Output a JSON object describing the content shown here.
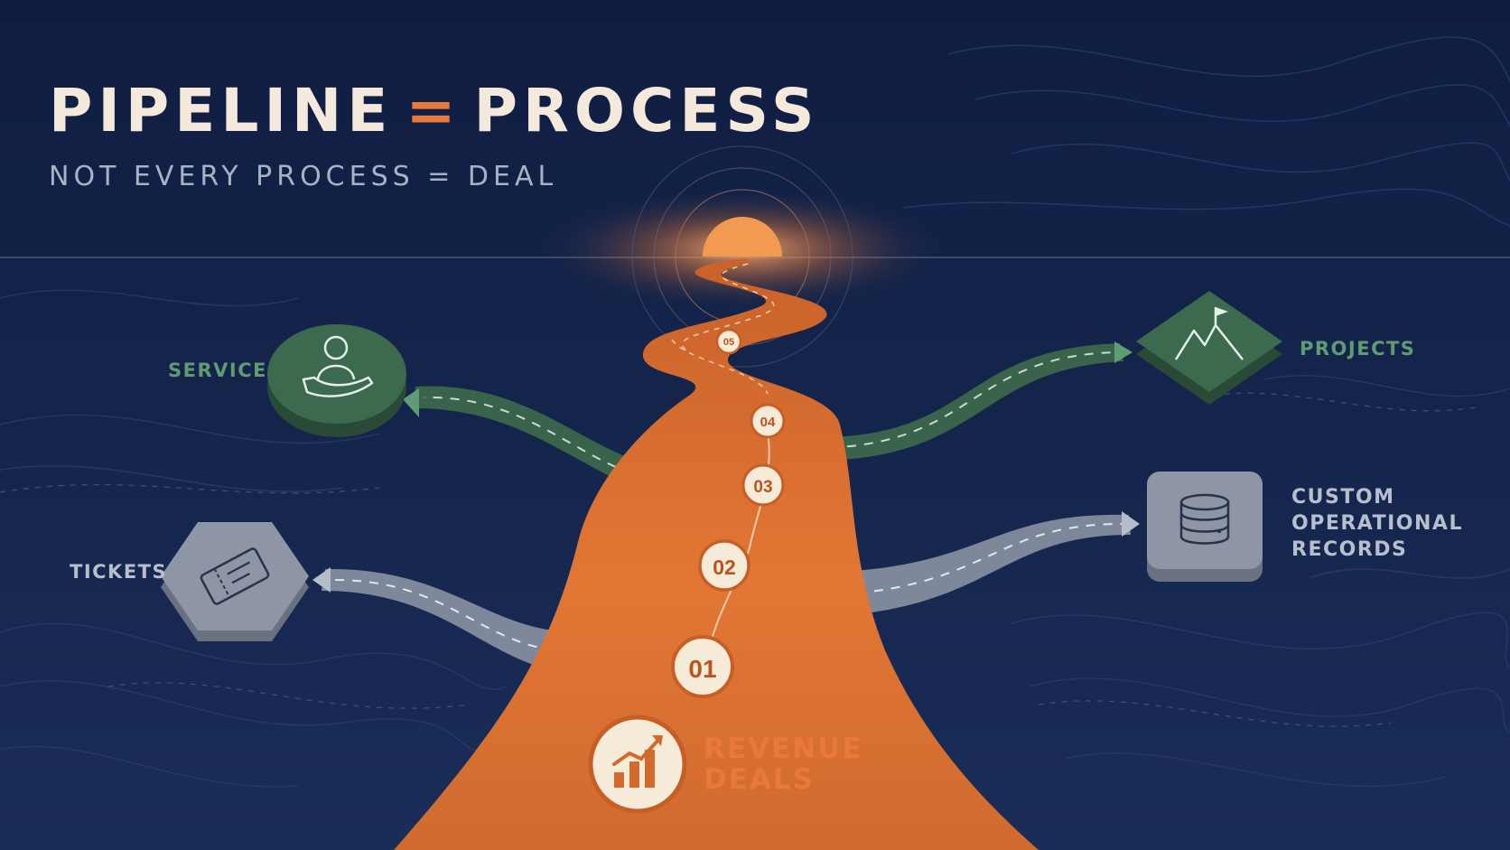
{
  "title": {
    "left": "PIPELINE",
    "eq": "=",
    "right": "PROCESS"
  },
  "subtitle": "NOT EVERY PROCESS = DEAL",
  "stages": [
    "01",
    "02",
    "03",
    "04",
    "05"
  ],
  "branches": {
    "service": {
      "label": "SERVICE",
      "icon": "hand-person-icon"
    },
    "tickets": {
      "label": "TICKETS",
      "icon": "ticket-icon"
    },
    "projects": {
      "label": "PROJECTS",
      "icon": "mountain-flag-icon"
    },
    "custom": {
      "label": "CUSTOM\nOPERATIONAL\nRECORDS",
      "icon": "database-icon"
    }
  },
  "main": {
    "label": "REVENUE\nDEALS",
    "icon": "bar-chart-icon"
  },
  "colors": {
    "background": "#13234a",
    "accent": "#e8793a",
    "green": "#3f6b50",
    "grey": "#8e96a5",
    "cream": "#f4e9da"
  }
}
